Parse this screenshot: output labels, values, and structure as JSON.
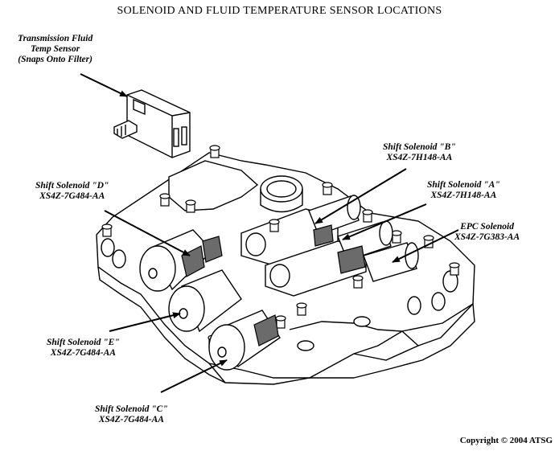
{
  "title": "SOLENOID AND FLUID TEMPERATURE SENSOR LOCATIONS",
  "labels": {
    "tft_sensor": {
      "line1": "Transmission Fluid",
      "line2": "Temp Sensor",
      "line3": "(Snaps Onto Filter)"
    },
    "shift_b": {
      "name": "Shift Solenoid \"B\"",
      "part": "XS4Z-7H148-AA"
    },
    "shift_a": {
      "name": "Shift Solenoid \"A\"",
      "part": "XS4Z-7H148-AA"
    },
    "shift_d": {
      "name": "Shift Solenoid \"D\"",
      "part": "XS4Z-7G484-AA"
    },
    "epc": {
      "name": "EPC Solenoid",
      "part": "XS4Z-7G383-AA"
    },
    "shift_e": {
      "name": "Shift Solenoid \"E\"",
      "part": "XS4Z-7G484-AA"
    },
    "shift_c": {
      "name": "Shift Solenoid \"C\"",
      "part": "XS4Z-7G484-AA"
    }
  },
  "copyright": "Copyright © 2004 ATSG",
  "colors": {
    "line": "#000000",
    "connector": "#6b6b6b",
    "background": "#ffffff"
  }
}
